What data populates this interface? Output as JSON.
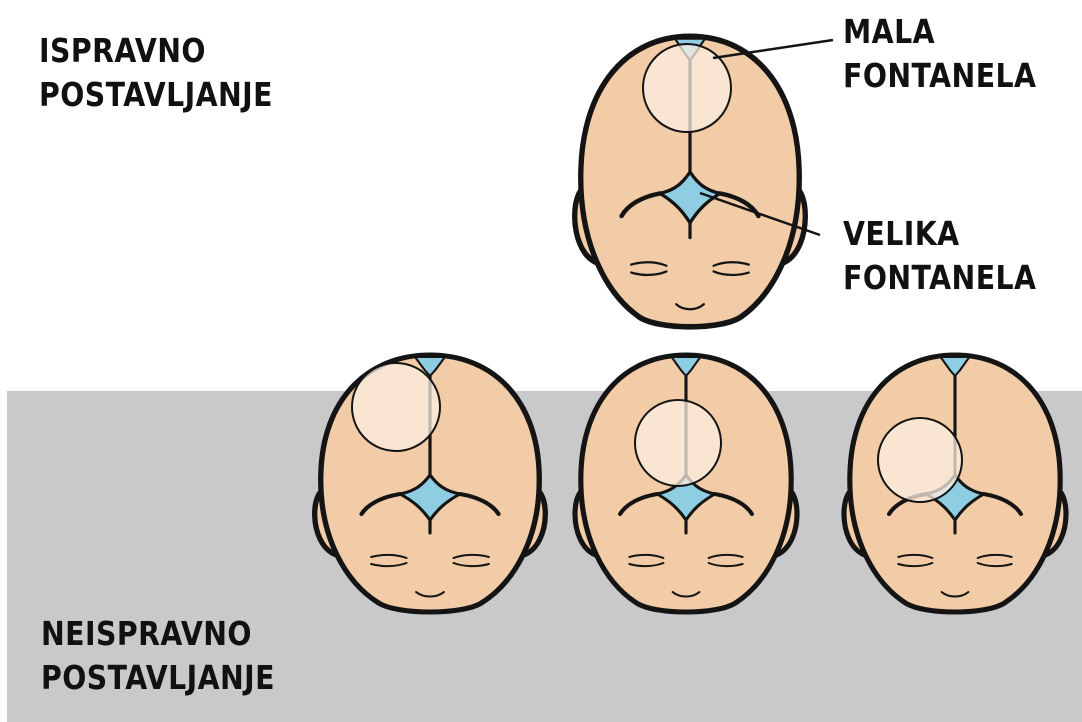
{
  "labels": {
    "correct_line1": "ISPRAVNO",
    "correct_line2": "POSTAVLJANJE",
    "incorrect_line1": "NEISPRAVNO",
    "incorrect_line2": "POSTAVLJANJE",
    "small_fontanel_line1": "MALA",
    "small_fontanel_line2": "FONTANELA",
    "large_fontanel_line1": "VELIKA",
    "large_fontanel_line2": "FONTANELA"
  },
  "colors": {
    "background": "#ffffff",
    "incorrect_band": "#c9c9cb",
    "skin": "#f2cba7",
    "fontanel": "#8fcde3",
    "outline": "#141414",
    "probe_fill": "#fbeee0"
  }
}
